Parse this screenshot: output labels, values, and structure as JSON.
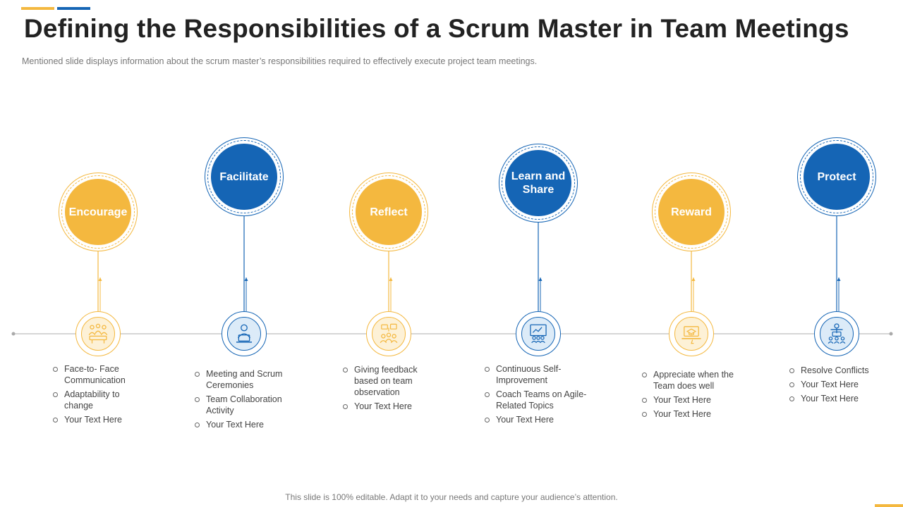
{
  "header": {
    "title": "Defining the Responsibilities of a Scrum Master in Team Meetings",
    "subtitle": "Mentioned slide displays information  about the scrum master’s responsibilities required  to effectively  execute project team meetings."
  },
  "colors": {
    "yellow": "#f4b83f",
    "blue": "#1565b5",
    "timeline": "#c8c8c8"
  },
  "steps": [
    {
      "label": "Encourage",
      "color": "yellow",
      "icon": "team-meeting-icon",
      "bullets": [
        "Face-to- Face Communication",
        "Adaptability to change",
        "Your Text Here"
      ]
    },
    {
      "label": "Facilitate",
      "color": "blue",
      "icon": "person-at-laptop-icon",
      "bullets": [
        "Meeting and Scrum Ceremonies",
        "Team Collaboration Activity",
        "Your Text Here"
      ]
    },
    {
      "label": "Reflect",
      "color": "yellow",
      "icon": "feedback-group-icon",
      "bullets": [
        "Giving feedback based on team observation",
        "Your Text Here"
      ]
    },
    {
      "label": "Learn and Share",
      "color": "blue",
      "icon": "presentation-board-icon",
      "bullets": [
        "Continuous Self-Improvement",
        "Coach Teams on Agile-Related Topics",
        "Your Text Here"
      ]
    },
    {
      "label": "Reward",
      "color": "yellow",
      "icon": "laptop-graduation-cap-icon",
      "bullets": [
        "Appreciate when the Team does well",
        "Your Text Here",
        "Your Text Here"
      ]
    },
    {
      "label": "Protect",
      "color": "blue",
      "icon": "team-hierarchy-icon",
      "bullets": [
        "Resolve  Conflicts",
        "Your Text Here",
        "Your Text Here"
      ]
    }
  ],
  "footer": {
    "text": "This slide is 100% editable. Adapt it to your needs and capture your audience’s attention."
  }
}
